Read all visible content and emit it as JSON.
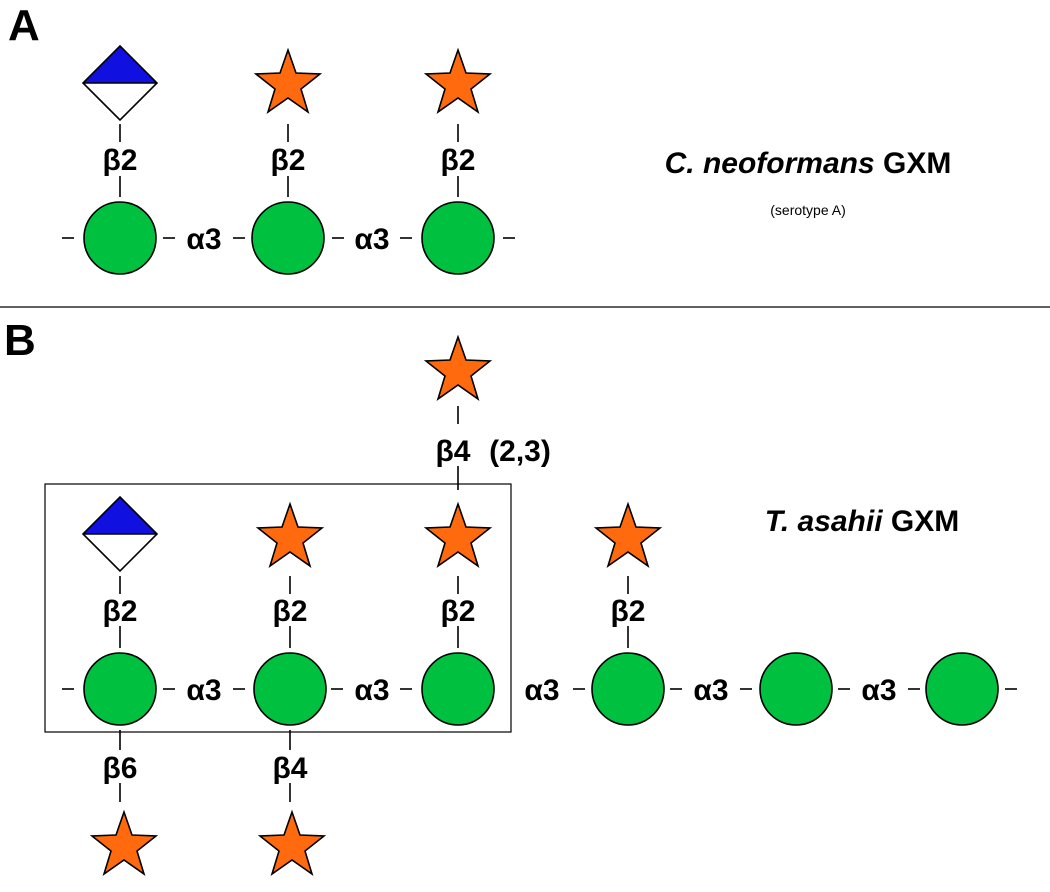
{
  "panel_a": {
    "label": "A",
    "organism": "C. neoformans",
    "polysaccharide": "GXM",
    "note": "(serotype A)",
    "links": {
      "side1": "β2",
      "side2": "β2",
      "side3": "β2",
      "back1": "α3",
      "back2": "α3"
    }
  },
  "panel_b": {
    "label": "B",
    "organism": "T. asahii",
    "polysaccharide": "GXM",
    "links": {
      "top_branch": "β4",
      "top_branch_alt": "(2,3)",
      "side1": "β2",
      "side2": "β2",
      "side3": "β2",
      "side4": "β2",
      "back1": "α3",
      "back2": "α3",
      "back3": "α3",
      "back4": "α3",
      "back5": "α3",
      "lower1": "β6",
      "lower2": "β4"
    }
  },
  "legend": {
    "circle": "green-circle-icon",
    "star": "orange-star-icon",
    "diamond": "half-blue-diamond-icon"
  },
  "colors": {
    "circle": "#00c040",
    "star": "#ff6a0e",
    "diamond_top": "#1010e0",
    "diamond_bottom": "#ffffff"
  }
}
